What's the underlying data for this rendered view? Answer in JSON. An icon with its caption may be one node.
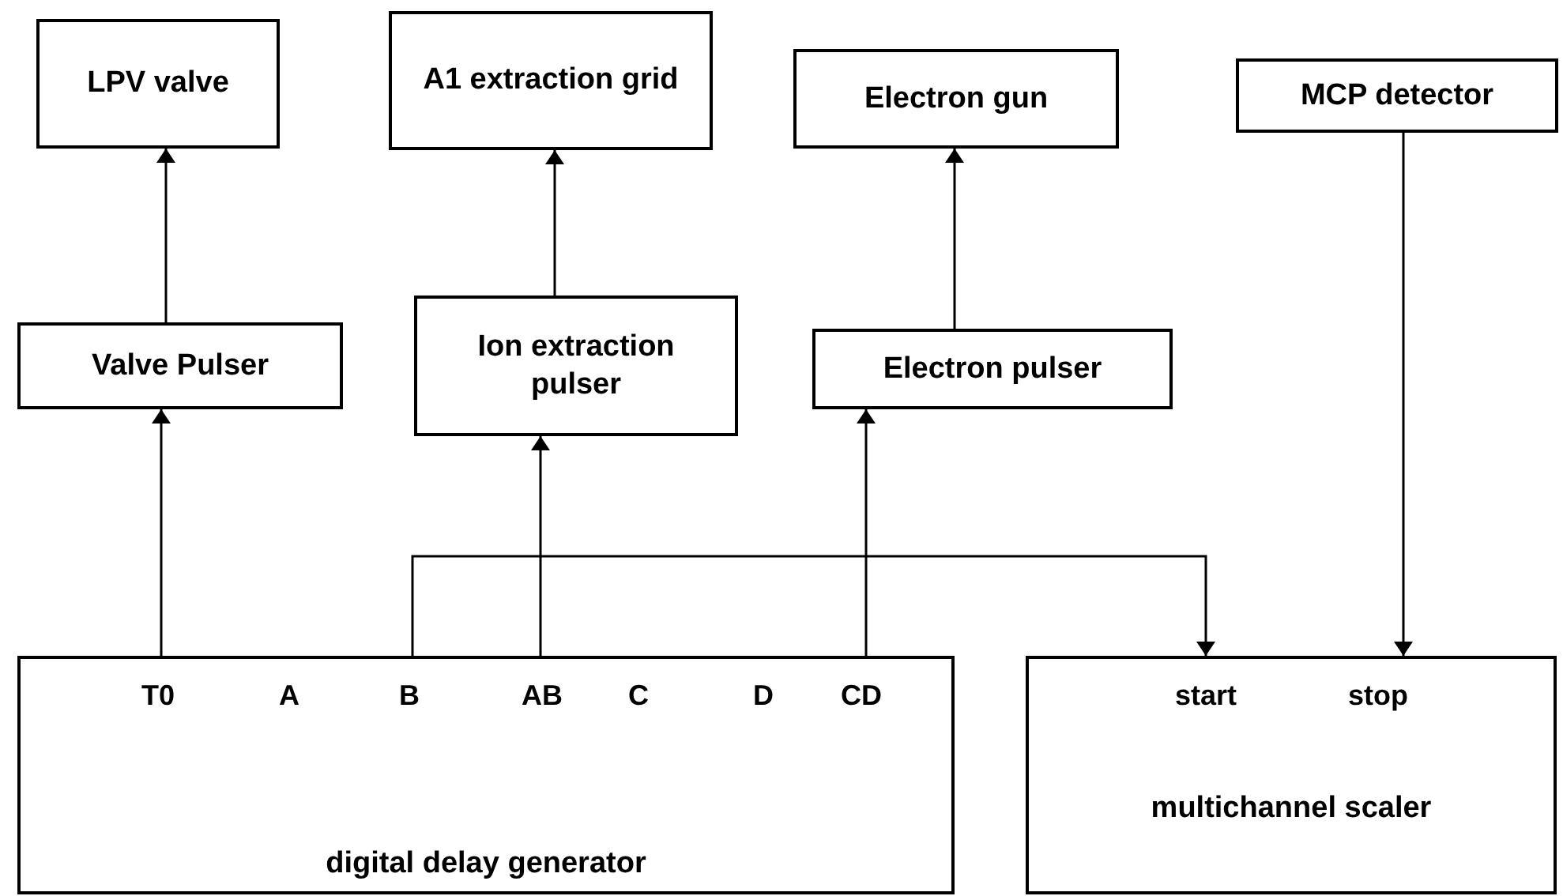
{
  "diagram": {
    "nodes": [
      {
        "text": [
          "LPV valve"
        ]
      },
      {
        "text": [
          "A1 extraction grid"
        ]
      },
      {
        "text": [
          "Electron gun"
        ]
      },
      {
        "text": [
          "MCP detector"
        ]
      },
      {
        "text": [
          "Valve Pulser"
        ]
      },
      {
        "text": [
          "Ion extraction pulser"
        ]
      },
      {
        "text": [
          "Electron pulser"
        ]
      },
      {
        "text": [
          "digital delay generator"
        ]
      },
      {
        "text": [
          "T0"
        ],
        "in": 7
      },
      {
        "text": [
          "A"
        ],
        "in": 7
      },
      {
        "text": [
          "B"
        ],
        "in": 7
      },
      {
        "text": [
          "AB"
        ],
        "in": 7
      },
      {
        "text": [
          "C"
        ],
        "in": 7
      },
      {
        "text": [
          "D"
        ],
        "in": 7
      },
      {
        "text": [
          "CD"
        ],
        "in": 7
      },
      {
        "text": [
          "multichannel scaler"
        ]
      },
      {
        "text": [
          "start"
        ],
        "in": 15
      },
      {
        "text": [
          "stop"
        ],
        "in": 15
      }
    ],
    "edges": [
      {
        "from": 4,
        "to": 0,
        "arrow": "to"
      },
      {
        "from": 5,
        "to": 1,
        "arrow": "to"
      },
      {
        "from": 6,
        "to": 2,
        "arrow": "to"
      },
      {
        "from": 8,
        "to": 4,
        "arrow": "to"
      },
      {
        "from": 11,
        "to": 5,
        "arrow": "to"
      },
      {
        "from": 14,
        "to": 6,
        "arrow": "to"
      },
      {
        "from": 10,
        "to": 16,
        "arrow": "to"
      },
      {
        "from": 3,
        "to": 17,
        "arrow": "to"
      }
    ]
  }
}
